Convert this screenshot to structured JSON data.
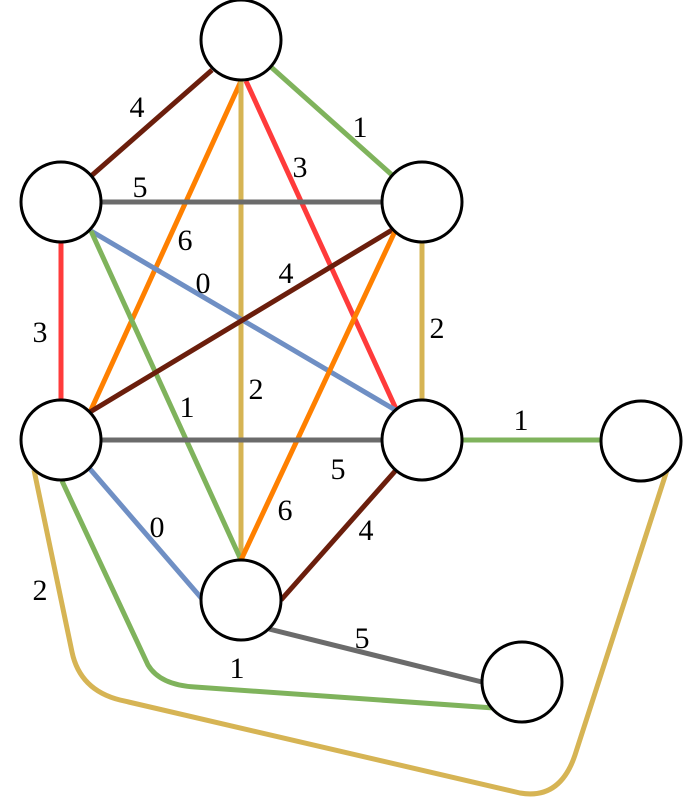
{
  "colors": {
    "red": "#ff3b3b",
    "orange": "#ff8000",
    "gold": "#d6b454",
    "green": "#7fb35c",
    "brown": "#6b1e0c",
    "gray": "#6b6b6b",
    "blue": "#6f8fc4"
  },
  "nodes": [
    {
      "id": "A",
      "label": ""
    },
    {
      "id": "B",
      "label": ""
    },
    {
      "id": "C",
      "label": ""
    },
    {
      "id": "D",
      "label": ""
    },
    {
      "id": "E",
      "label": ""
    },
    {
      "id": "F",
      "label": ""
    },
    {
      "id": "G",
      "label": ""
    },
    {
      "id": "H",
      "label": ""
    }
  ],
  "edges": [
    {
      "from": "A",
      "to": "B",
      "weight": "4",
      "color": "brown"
    },
    {
      "from": "A",
      "to": "C",
      "weight": "1",
      "color": "green"
    },
    {
      "from": "A",
      "to": "E",
      "weight": "3",
      "color": "red"
    },
    {
      "from": "A",
      "to": "D",
      "weight": "6",
      "color": "orange"
    },
    {
      "from": "A",
      "to": "G",
      "weight": "2",
      "color": "gold"
    },
    {
      "from": "B",
      "to": "C",
      "weight": "5",
      "color": "gray"
    },
    {
      "from": "B",
      "to": "D",
      "weight": "3",
      "color": "red"
    },
    {
      "from": "B",
      "to": "E",
      "weight": "0",
      "color": "blue"
    },
    {
      "from": "B",
      "to": "G",
      "weight": "1",
      "color": "green"
    },
    {
      "from": "C",
      "to": "D",
      "weight": "4",
      "color": "brown"
    },
    {
      "from": "C",
      "to": "E",
      "weight": "2",
      "color": "gold"
    },
    {
      "from": "C",
      "to": "G",
      "weight": "6",
      "color": "orange"
    },
    {
      "from": "D",
      "to": "E",
      "weight": "5",
      "color": "gray"
    },
    {
      "from": "D",
      "to": "G",
      "weight": "0",
      "color": "blue"
    },
    {
      "from": "E",
      "to": "F",
      "weight": "1",
      "color": "green"
    },
    {
      "from": "E",
      "to": "G",
      "weight": "4",
      "color": "brown"
    },
    {
      "from": "G",
      "to": "H",
      "weight": "5",
      "color": "gray"
    },
    {
      "from": "D",
      "to": "H",
      "weight": "1",
      "color": "green"
    },
    {
      "from": "D",
      "to": "F",
      "weight": "2",
      "color": "gold"
    }
  ]
}
